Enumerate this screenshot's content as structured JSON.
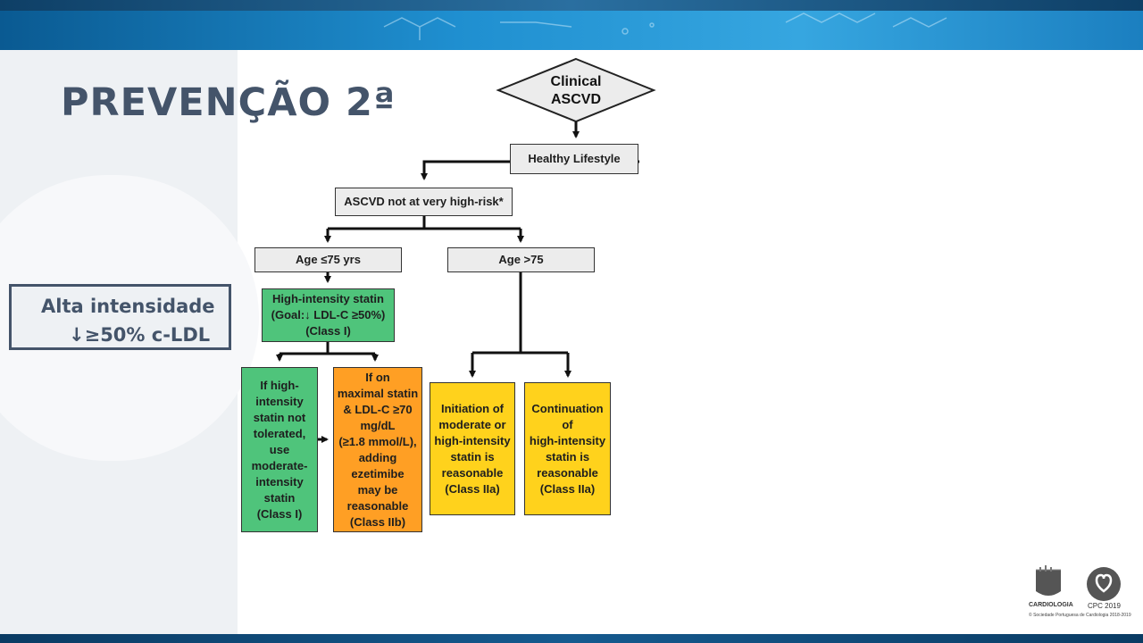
{
  "slide": {
    "title": "PREVENÇÃO 2ª",
    "side_box": {
      "line1": "Alta intensidade",
      "line2": "↓≥50% c-LDL"
    }
  },
  "flowchart": {
    "root": "Clinical\nASCVD",
    "lifestyle": "Healthy Lifestyle",
    "risk": "ASCVD not at very high-risk*",
    "age_young": "Age ≤75 yrs",
    "age_old": "Age >75",
    "high_statin": "High-intensity statin\n(Goal:↓ LDL-C ≥50%)\n(Class I)",
    "not_tolerated": "If high-\nintensity\nstatin not\ntolerated,\nuse\nmoderate-\nintensity\nstatin\n(Class I)",
    "ezetimibe": "If on\nmaximal statin\n& LDL-C ≥70\nmg/dL\n(≥1.8 mmol/L),\nadding\nezetimibe\nmay be\nreasonable\n(Class IIb)",
    "initiation": "Initiation of\nmoderate or\nhigh-intensity\nstatin is\nreasonable\n(Class IIa)",
    "continuation": "Continuation\nof\nhigh-intensity\nstatin is\nreasonable\n(Class IIa)"
  },
  "logos": {
    "spc_name": "CARDIOLOGIA",
    "cpc_name": "CPC 2019",
    "footer": "© Sociedade Portuguesa de Cardiologia 2018-2019"
  },
  "colors": {
    "title": "#44546a",
    "green": "#4fc47b",
    "orange": "#ff9f24",
    "yellow": "#ffd21c",
    "gray": "#ececec"
  }
}
